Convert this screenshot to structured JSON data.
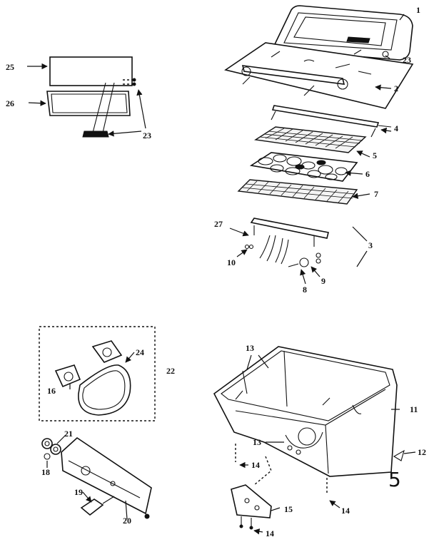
{
  "callouts": {
    "c1": "1",
    "c2": "2",
    "c3": "3",
    "c4": "4",
    "c5": "5",
    "c6": "6",
    "c7": "7",
    "c8": "8",
    "c9": "9",
    "c10": "10",
    "c11": "11",
    "c12": "12",
    "c13a": "13",
    "c13b": "13",
    "c14a": "14",
    "c14b": "14",
    "c14c": "14",
    "c15": "15",
    "c16": "16",
    "c18": "18",
    "c19": "19",
    "c20": "20",
    "c21": "21",
    "c22": "22",
    "c23a": "23",
    "c23b": "23",
    "c24": "24",
    "c25": "25",
    "c26": "26",
    "c27": "27"
  },
  "page_mark": "5"
}
